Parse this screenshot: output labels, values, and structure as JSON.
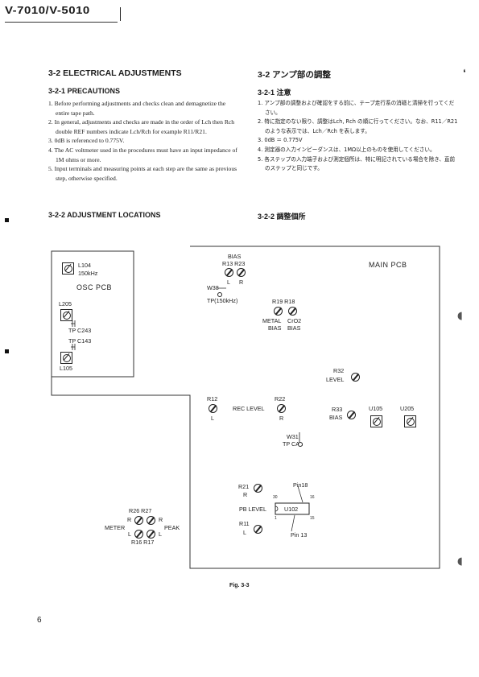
{
  "header": {
    "model": "V-7010/V-5010"
  },
  "left": {
    "section_title": "3-2 ELECTRICAL ADJUSTMENTS",
    "precautions_title": "3-2-1 PRECAUTIONS",
    "precautions": [
      "1. Before performing adjustments and checks clean and demagnetize the entire tape path.",
      "2. In general, adjustments and checks are made in the order of Lch then Rch double REF numbers indicate Lch/Rch for example R11/R21.",
      "3. 0dB is referenced to 0.775V.",
      "4. The AC voltmeter used in the procedures must have an input impedance of 1M ohms or more.",
      "5. Input terminals and measuring points at each step are the same as previous step, otherwise specified."
    ],
    "locations_title": "3-2-2 ADJUSTMENT LOCATIONS"
  },
  "right": {
    "section_title": "3-2 アンプ部の調整",
    "precautions_title": "3-2-1 注意",
    "precautions": [
      "1. アンプ部の調整および確認をする前に、テープ走行系の消磁と清掃を行ってください。",
      "2. 特に指定のない限り、調整はLch, Rch の順に行ってください。なお、R11／R21 のような表示では、Lch／Rch を表します。",
      "3. 0dB ＝ 0.775V",
      "4. 測定器の入力インピーダンスは、1MΩ以上のものを使用してください。",
      "5. 各ステップの入力端子および測定個所は、特に明記されている場合を除き、直前のステップと同じです。"
    ],
    "locations_title": "3-2-2 調整個所"
  },
  "diagram": {
    "osc": {
      "l104": "L104",
      "l104_freq": "150kHz",
      "pcb_label": "OSC PCB",
      "l205": "L205",
      "tp_c243": "TP C243",
      "tp_c143": "TP C143",
      "l105": "L105"
    },
    "main_pcb": "MAIN PCB",
    "bias": {
      "title": "BIAS",
      "refs": "R13 R23",
      "l": "L",
      "r": "R"
    },
    "w38": "W38",
    "tp150": "TP(150kHz)",
    "r19_r18": "R19 R18",
    "metal": "METAL",
    "cro2": "CrO2",
    "bias_l": "BIAS",
    "bias_r": "BIAS",
    "r32": "R32",
    "level": "LEVEL",
    "r12": "R12",
    "r12_l": "L",
    "rec_level": "REC LEVEL",
    "r22": "R22",
    "r22_r": "R",
    "r33": "R33",
    "r33_bias": "BIAS",
    "u105": "U105",
    "u205": "U205",
    "w31": "W31",
    "tp_cal": "TP CAL",
    "r21": "R21",
    "r21_r": "R",
    "pin18": "Pin18",
    "pin30": "30",
    "pin16": "16",
    "pin1": "1",
    "pin15": "15",
    "pb_level": "PB LEVEL",
    "u102": "U102",
    "r11": "R11",
    "r11_l": "L",
    "pin13": "Pin 13",
    "r26_r27": "R26 R27",
    "meter": "METER",
    "peak": "PEAK",
    "m_r_left": "R",
    "m_r_right": "R",
    "m_l_left": "L",
    "m_l_right": "L",
    "r16_r17": "R16 R17"
  },
  "figure_caption": "Fig. 3-3",
  "page_number": "6"
}
